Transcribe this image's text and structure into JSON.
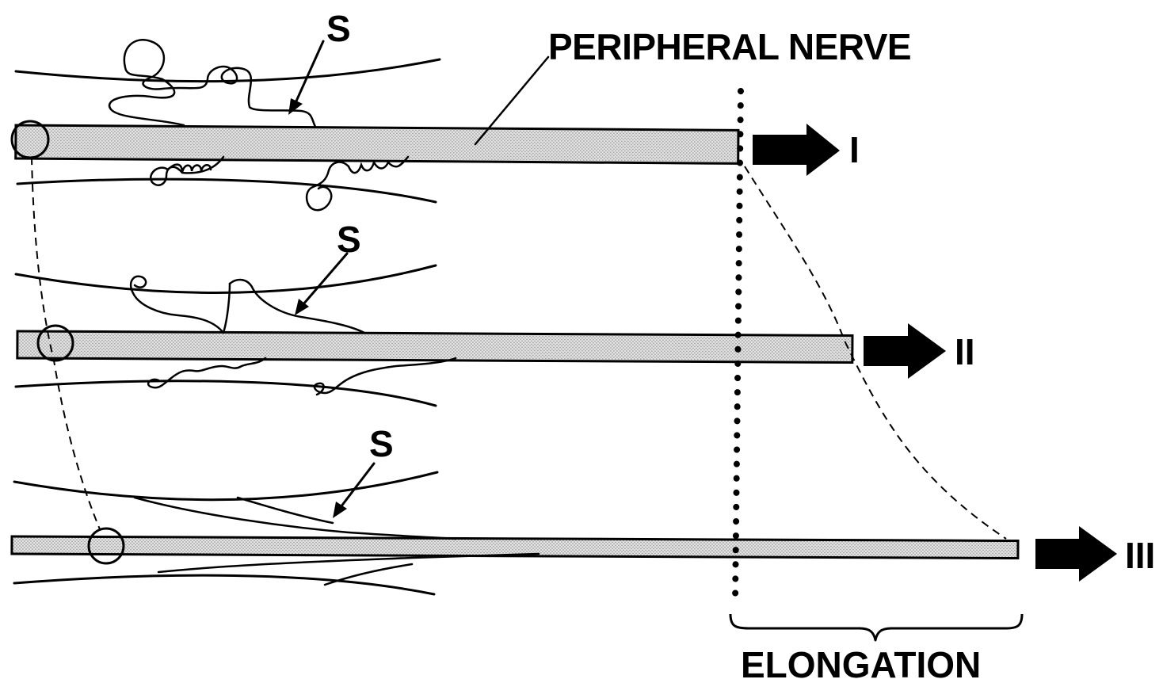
{
  "labels": {
    "title": "PERIPHERAL NERVE",
    "vessel_label_1": "S",
    "vessel_label_2": "S",
    "vessel_label_3": "S",
    "stage_1": "I",
    "stage_2": "II",
    "stage_3": "III",
    "elongation": "ELONGATION"
  },
  "stages": [
    {
      "name": "I",
      "vessel_shape": "very tortuous, coiled"
    },
    {
      "name": "II",
      "vessel_shape": "undulating"
    },
    {
      "name": "III",
      "vessel_shape": "straightened"
    }
  ]
}
